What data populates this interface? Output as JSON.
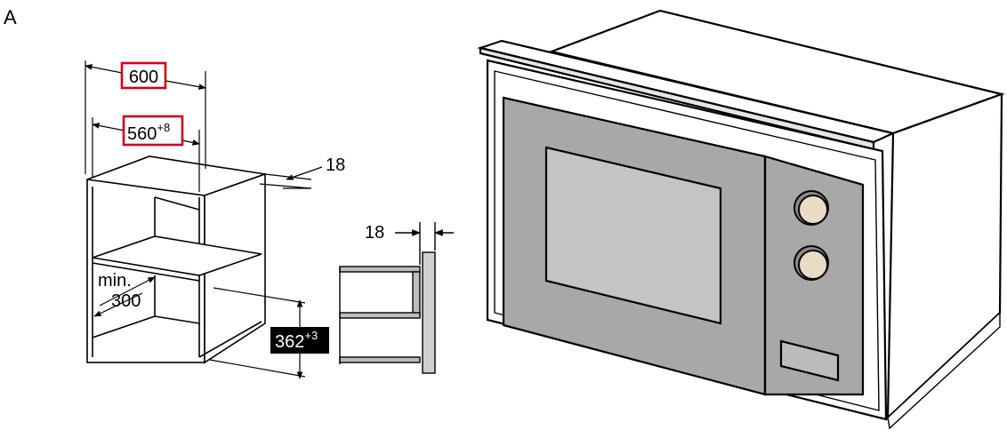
{
  "figure_label": "A",
  "dimensions": {
    "overall_width": "600",
    "inner_width": "560",
    "inner_width_tolerance": "+8",
    "side_thickness_top": "18",
    "side_thickness_detail": "18",
    "min_label": "min.",
    "min_depth": "300",
    "opening_height": "362",
    "opening_height_tolerance": "+3"
  },
  "colors": {
    "highlight_box": "#d0021b",
    "height_badge": "#000000",
    "door_panel": "#a8a8a8",
    "window": "#c4c4c4",
    "knob": "#eadcc4",
    "side_body": "#ffffff"
  },
  "icons": [
    "installation-niche-drawing",
    "microwave-drawing",
    "side-profile-detail-drawing"
  ]
}
